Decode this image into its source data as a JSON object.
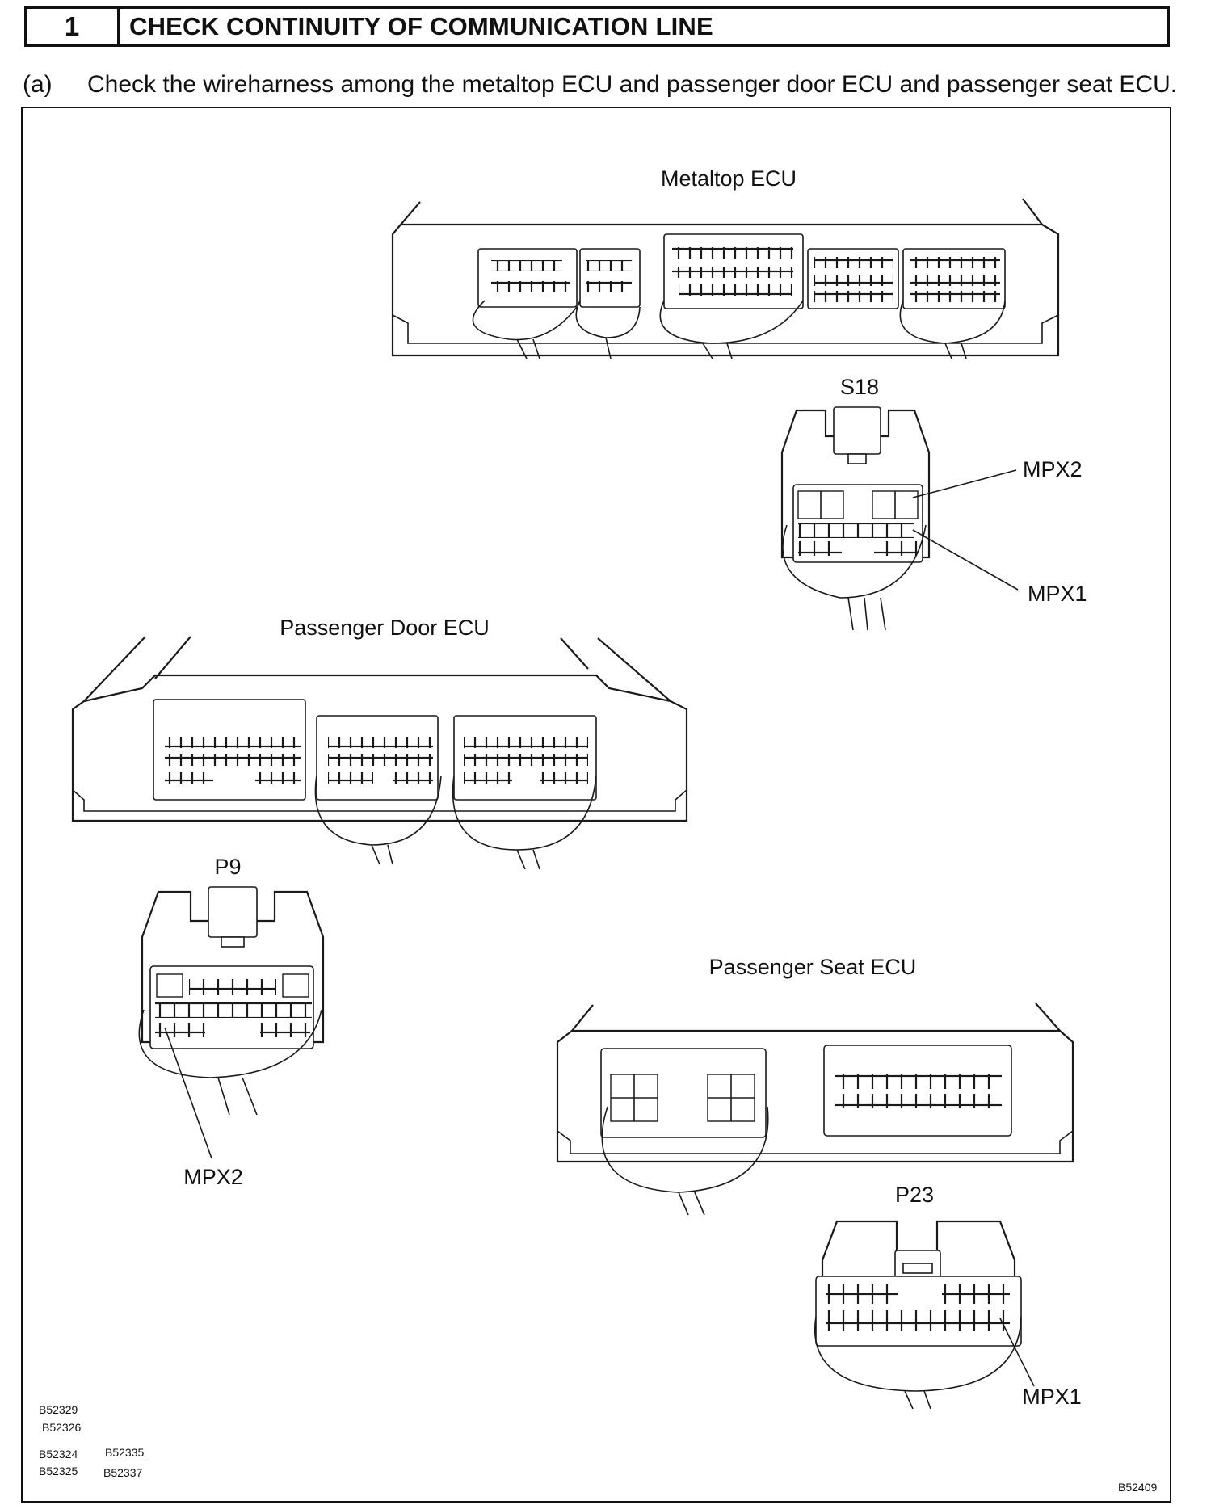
{
  "header": {
    "step_number": "1",
    "title": "CHECK CONTINUITY OF COMMUNICATION LINE"
  },
  "instruction": {
    "label": "(a)",
    "text": "Check the wireharness among the metaltop ECU and passenger door ECU and passenger seat ECU."
  },
  "diagram": {
    "components": {
      "metaltop_ecu": "Metaltop ECU",
      "passenger_door_ecu": "Passenger Door ECU",
      "passenger_seat_ecu": "Passenger Seat ECU"
    },
    "connectors": {
      "s18": "S18",
      "p9": "P9",
      "p23": "P23"
    },
    "terminals": {
      "s18_mpx2": "MPX2",
      "s18_mpx1": "MPX1",
      "p9_mpx2": "MPX2",
      "p23_mpx1": "MPX1"
    },
    "reference_codes": {
      "bottom_left": [
        "B52329",
        "B52326",
        "B52324",
        "B52335",
        "B52325",
        "B52337"
      ],
      "bottom_right": "B52409"
    }
  }
}
